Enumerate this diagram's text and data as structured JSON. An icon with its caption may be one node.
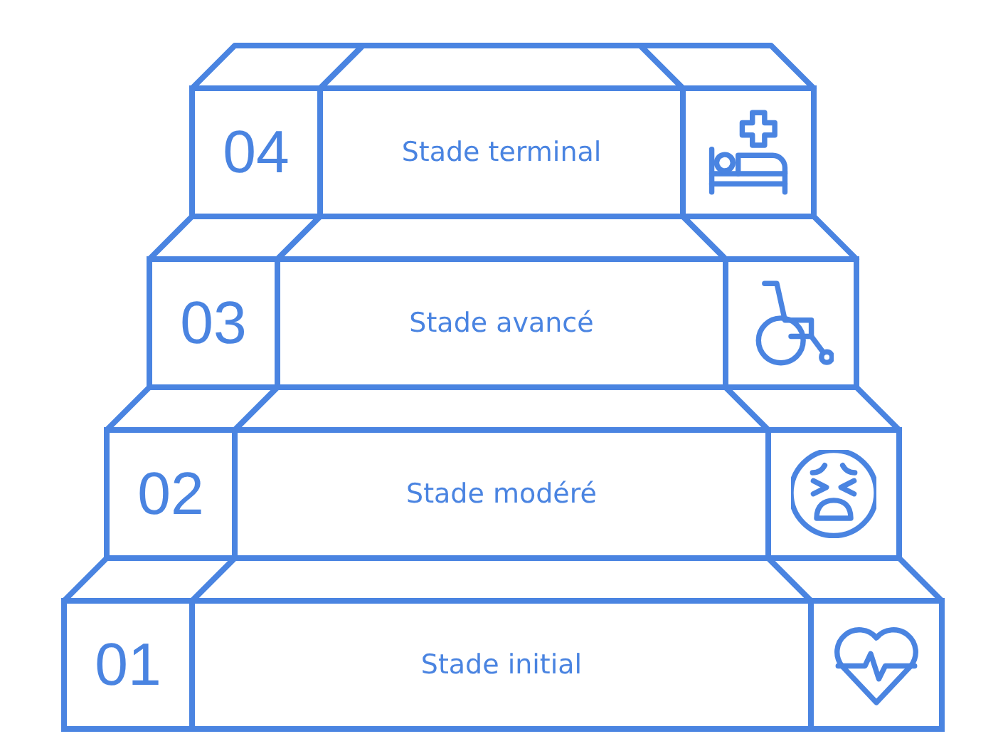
{
  "diagram": {
    "nodes": [
      {
        "text": [
          "04"
        ]
      },
      {
        "text": [
          "Stade terminal"
        ]
      },
      {
        "text": [],
        "shape": "box"
      },
      {
        "text": [
          "03"
        ]
      },
      {
        "text": [
          "Stade avancé"
        ]
      },
      {
        "text": [],
        "shape": "box"
      },
      {
        "text": [
          "02"
        ]
      },
      {
        "text": [
          "Stade modéré"
        ]
      },
      {
        "text": [],
        "shape": "box"
      },
      {
        "text": [
          "01"
        ]
      },
      {
        "text": [
          "Stade initial"
        ]
      },
      {
        "text": [],
        "shape": "box"
      }
    ]
  }
}
